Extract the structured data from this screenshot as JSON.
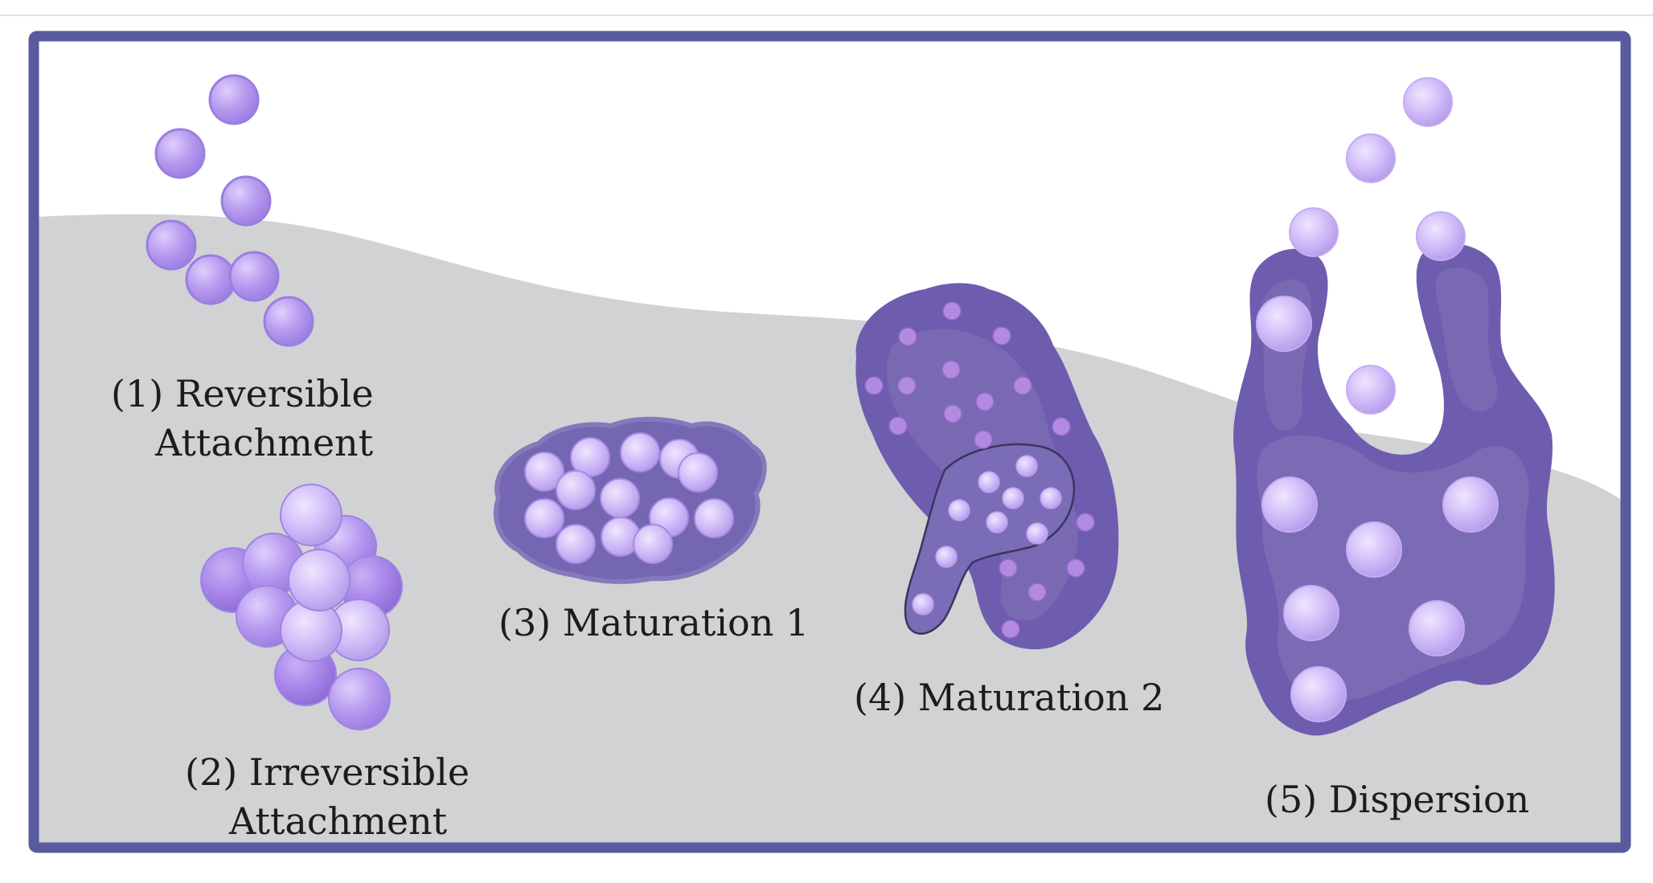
{
  "colors": {
    "frame": "#5a5a9e",
    "background": "#ffffff",
    "substrate": "#d0d2d4",
    "cell_fill": "#b89af0",
    "cell_light": "#cdb8f7",
    "cell_stroke": "#9a7ee0",
    "matrix": "#7466b0",
    "matrix_dark": "#6a5aa8",
    "matrix_light": "#8678ba",
    "embedded_dot": "#a67ad6",
    "label_text": "#1c1c1c"
  },
  "stages": [
    {
      "lines": [
        "(1) Reversible",
        "Attachment"
      ]
    },
    {
      "lines": [
        "(2) Irreversible",
        "Attachment"
      ]
    },
    {
      "lines": [
        "(3) Maturation 1"
      ]
    },
    {
      "lines": [
        "(4) Maturation 2"
      ]
    },
    {
      "lines": [
        "(5) Dispersion"
      ]
    }
  ]
}
